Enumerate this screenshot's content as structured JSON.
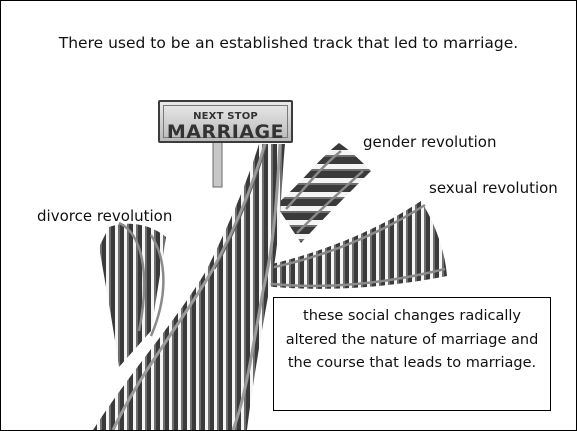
{
  "slide": {
    "heading": "There used to be an established track that led to marriage.",
    "sign": {
      "line1": "NEXT STOP",
      "line2": "MARRIAGE"
    },
    "labels": {
      "gender": "gender revolution",
      "sexual": "sexual revolution",
      "divorce": "divorce revolution"
    },
    "note": "these social changes radically altered the nature of marriage and the course that leads to marriage."
  }
}
